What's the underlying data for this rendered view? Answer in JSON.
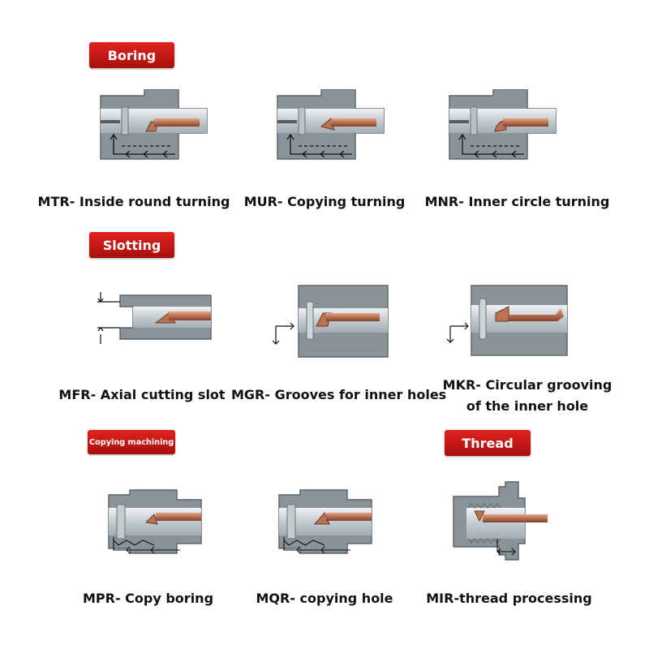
{
  "colors": {
    "badge_red": "#c81814",
    "workpiece_gray": "#8a9397",
    "bore_light": "#cfd6d9",
    "tool_copper": "#b87352"
  },
  "sections": {
    "boring": "Boring",
    "slotting": "Slotting",
    "copying": "Copying machining",
    "thread": "Thread"
  },
  "items": {
    "mtr": "MTR- Inside round turning",
    "mur": "MUR- Copying turning",
    "mnr": "MNR- Inner circle turning",
    "mfr": "MFR- Axial cutting slot",
    "mgr": "MGR- Grooves for inner holes",
    "mkr_line1": "MKR- Circular grooving",
    "mkr_line2": "of the inner hole",
    "mpr": "MPR- Copy boring",
    "mqr": "MQR- copying hole",
    "mir": "MIR-thread processing"
  },
  "icons": {
    "mtr": "inside-round-turning-icon",
    "mur": "copying-turning-icon",
    "mnr": "inner-circle-turning-icon",
    "mfr": "axial-cutting-slot-icon",
    "mgr": "inner-hole-groove-icon",
    "mkr": "circular-grooving-icon",
    "mpr": "copy-boring-icon",
    "mqr": "copying-hole-icon",
    "mir": "thread-processing-icon"
  }
}
